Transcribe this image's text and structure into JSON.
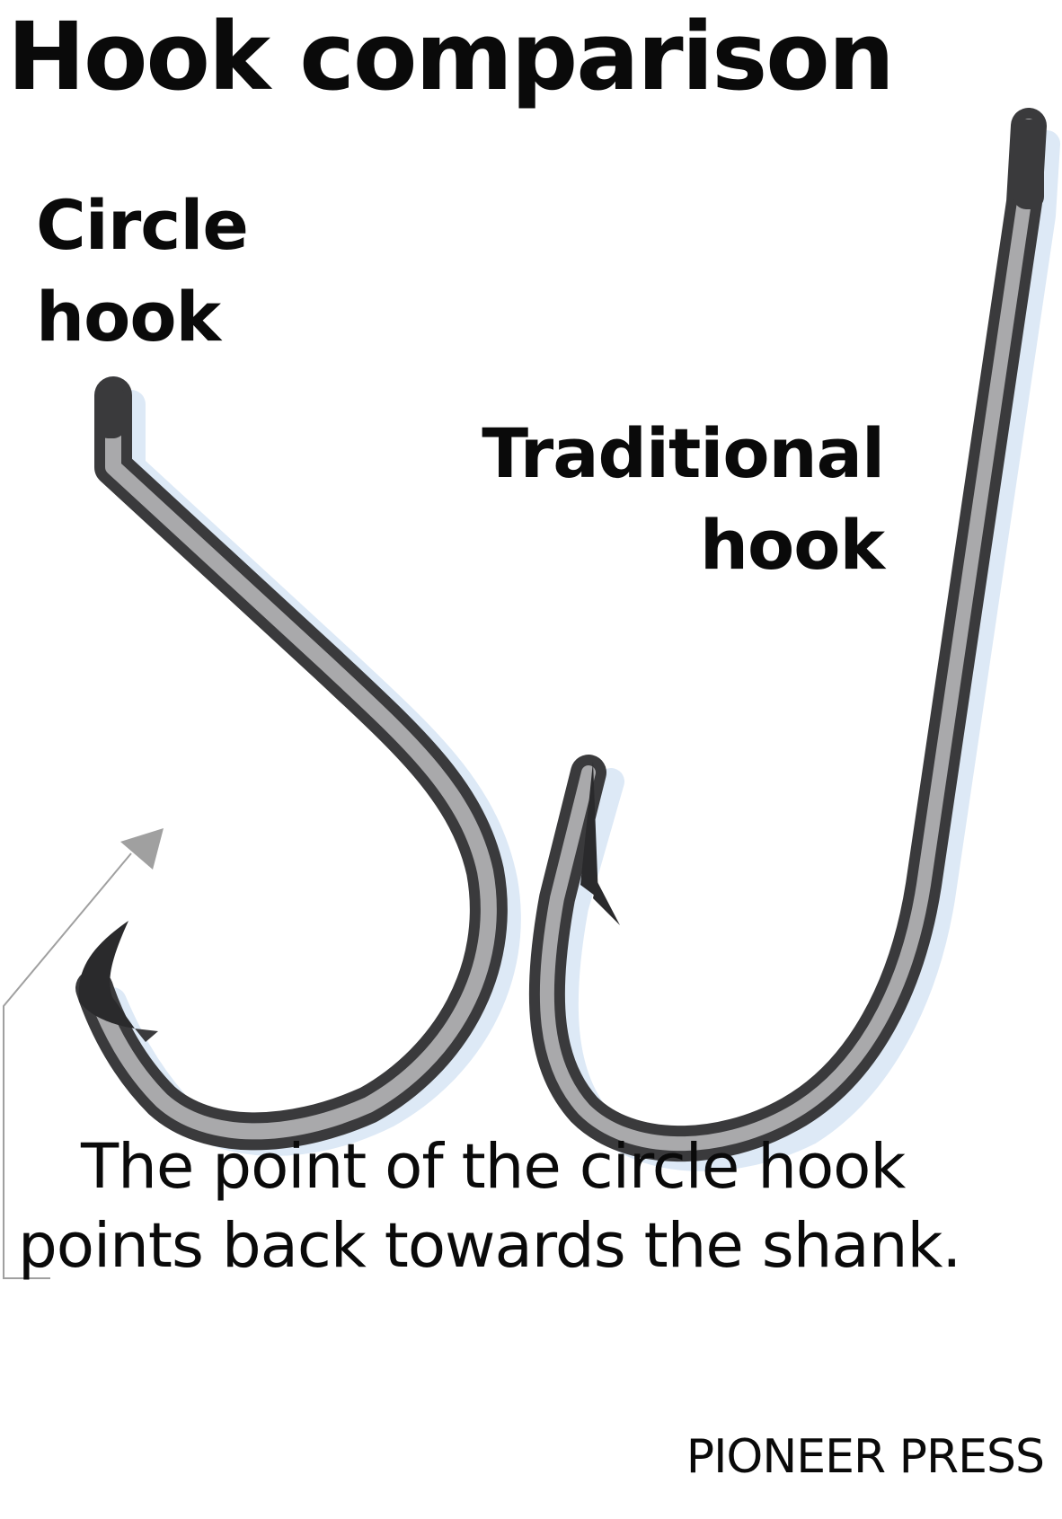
{
  "title": "Hook comparison",
  "labels": {
    "circle_hook": [
      "Circle",
      "hook"
    ],
    "traditional_hook": [
      "Traditional",
      "hook"
    ]
  },
  "caption": {
    "line1": "The point of the circle hook",
    "line2": "points back towards the shank."
  },
  "credit": "PIONEER PRESS",
  "colors": {
    "hook_light": "#a9a9ab",
    "hook_dark": "#3a3a3c",
    "shadow": "#dde9f6",
    "arrow": "#a0a0a0",
    "text": "#0a0a0a"
  }
}
